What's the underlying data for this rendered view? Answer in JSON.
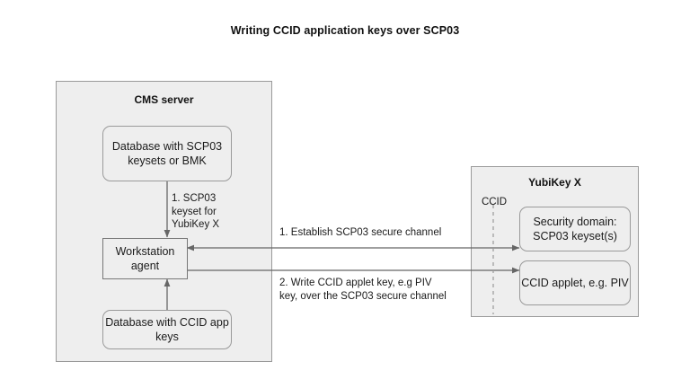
{
  "title": "Writing CCID application keys over SCP03",
  "colors": {
    "background": "#ffffff",
    "container_fill": "#eeeeee",
    "container_stroke": "#9a9a9a",
    "node_fill": "#eeeeee",
    "node_stroke": "#9a9a9a",
    "square_node_stroke": "#777777",
    "connector": "#666666",
    "text": "#1a1a1a"
  },
  "cms_server": {
    "title": "CMS server",
    "database_scp03": "Database with\nSCP03 keysets\nor BMK",
    "workstation_agent": "Workstation\nagent",
    "database_ccid": "Database with\nCCID app keys"
  },
  "yubikey": {
    "title": "YubiKey X",
    "lane_label": "CCID",
    "security_domain": "Security domain:\nSCP03 keyset(s)",
    "ccid_applet": "CCID applet,\ne.g. PIV"
  },
  "edges": {
    "scp03_keyset": "1. SCP03\nkeyset for\nYubiKey X",
    "establish_channel": "1. Establish SCP03 secure channel",
    "write_applet_key": "2. Write CCID applet key, e.g PIV\nkey, over the SCP03 secure channel"
  }
}
